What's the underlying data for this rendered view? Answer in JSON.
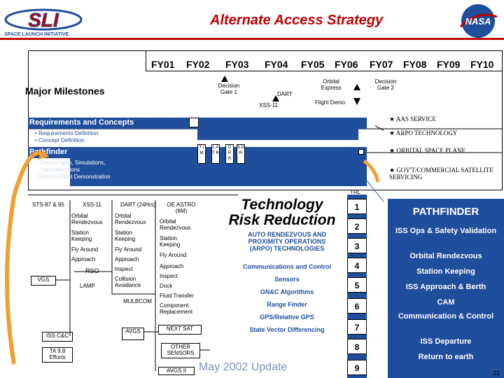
{
  "header": {
    "title": "Alternate Access Strategy",
    "sli_logo_text": "SLI",
    "sli_logo_sub": "SPACE LAUNCH INITIATIVE",
    "nasa_logo_text": "NASA"
  },
  "timeline": {
    "years": [
      "FY01",
      "FY02",
      "FY03",
      "FY04",
      "FY05",
      "FY06",
      "FY07",
      "FY08",
      "FY09",
      "FY10"
    ],
    "major_milestones": "Major Milestones",
    "milestones": [
      "Decision Gate 1",
      "DART",
      "XSS-11",
      "Orbital Express",
      "Decision Gate 2",
      "Flight Demo"
    ],
    "rows": {
      "requirements_title": "Requirements and Concepts",
      "requirements_items": [
        "• Requirements Definition",
        "• Concept Definition"
      ],
      "pathfinder_title": "Pathfinder",
      "pathfinder_items": [
        "• Ground Tests, Simulations,",
        "Demonstrations",
        "• System Flight Demonstration"
      ]
    },
    "vertical_labels": [
      "T I M",
      "L A T R",
      "C R R",
      "S D R"
    ],
    "goals": [
      "AAS SERVICE",
      "ARPO TECHNOLOGY",
      "ORBITAL SPACE PLANE",
      "GOV'T/COMMERCIAL SATELLITE SERVICING"
    ]
  },
  "missions": {
    "sts": "STS-87 & 95",
    "xss": "XSS-11",
    "dart": "DART (24Hrs)",
    "oe": "OE ASTRO (6M)",
    "col2": [
      "Orbital Rendezvous",
      "Station Keeping",
      "Fly Around",
      "Approach"
    ],
    "col3": [
      "Orbital Rendezvous",
      "Station Keeping",
      "Fly Around",
      "Approach",
      "Inspect",
      "Collision Avoidance"
    ],
    "col4": [
      "Orbital Rendezvous",
      "Station Keeping",
      "Fly Around",
      "Approach",
      "Inspect",
      "Dock",
      "Fluid Transfer",
      "Component Replacement"
    ],
    "rso": "RSO",
    "vgs": "VGS",
    "lamp": "LAMP",
    "mulbcom": "MULBCOM",
    "iss_cc": "ISS C&C",
    "ta98": "TA 9.8 Efforts",
    "avgs": "AVGS",
    "next_sat": "NEXT SAT",
    "other_sensors": "OTHER SENSORS",
    "avgs2": "AVGS II"
  },
  "tech": {
    "heading_1": "Technology",
    "heading_2": "Risk Reduction",
    "items": [
      "AUTO RENDEZVOUS AND PROXIMITY OPERATIONS (ARPO) TECHNOLOGIES",
      "Communications and Control",
      "Sensors",
      "GN&C Algorithms",
      "Range Finder",
      "GPS/Relative GPS",
      "State Vector Differencing"
    ],
    "update": "May 2002 Update"
  },
  "trl": {
    "label": "TRL",
    "levels": [
      "1",
      "2",
      "3",
      "4",
      "5",
      "6",
      "7",
      "8",
      "9"
    ]
  },
  "pathfinder": {
    "title": "PATHFINDER",
    "items": [
      "ISS Ops & Safety Validation",
      "Orbital Rendezvous",
      "Station Keeping",
      "ISS Approach & Berth",
      "CAM",
      "Communication & Control",
      "ISS Departure",
      "Return to earth"
    ]
  },
  "page_number": "21",
  "colors": {
    "accent": "#c00000",
    "panel": "#1f4e9c",
    "arrow": "#f0a030"
  }
}
